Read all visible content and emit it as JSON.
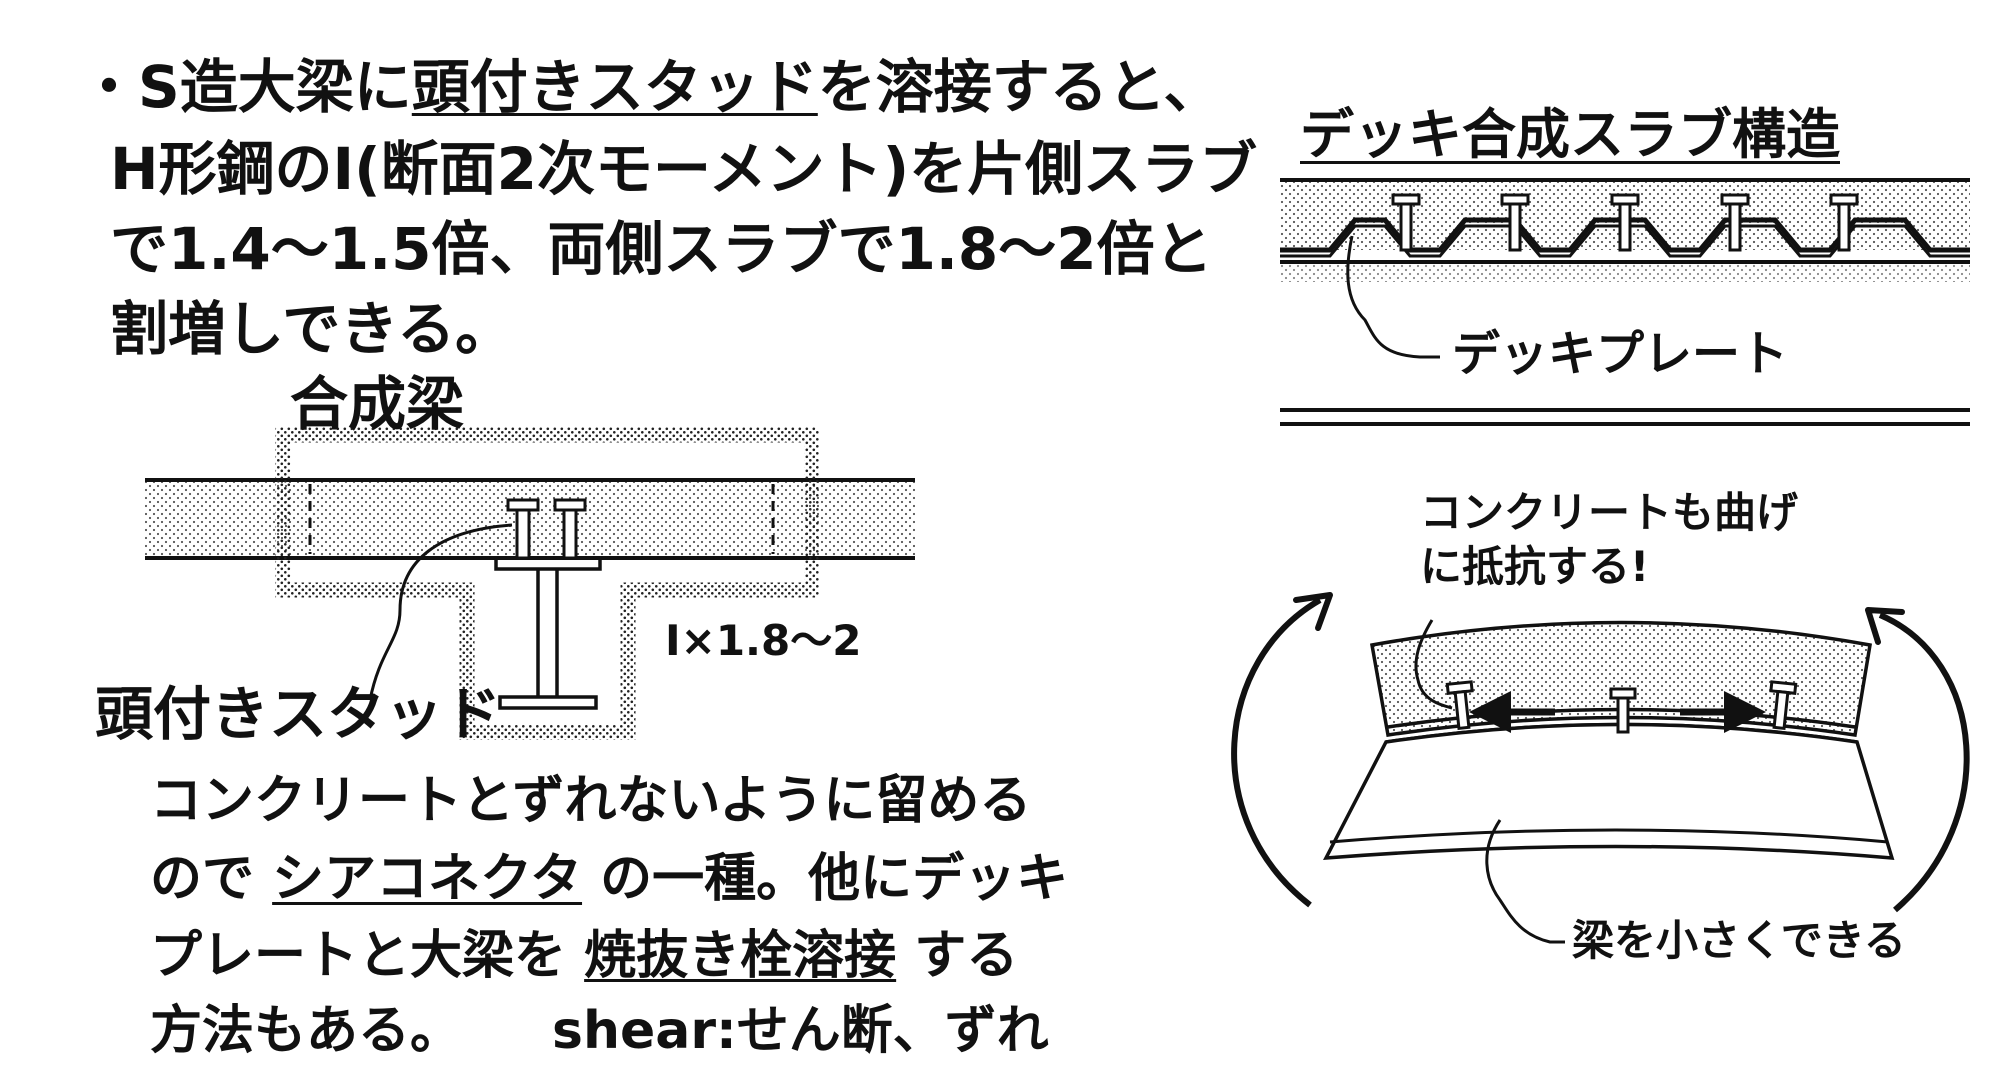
{
  "intro": {
    "l1_a": "・S造大梁に",
    "l1_u": "頭付きスタッド",
    "l1_b": "を溶接すると、",
    "l2": "H形鋼のI(断面2次モーメント)を片側スラブ",
    "l3": "で1.4〜1.5倍、両側スラブで1.8〜2倍と",
    "l4": "割増しできる。"
  },
  "composite_beam": {
    "title": "合成梁",
    "ratio": "I×1.8〜2",
    "stud_label": "頭付きスタッド"
  },
  "explanation": {
    "l1": "コンクリートとずれないように留める",
    "l2_a": "ので",
    "l2_u": "シアコネクタ",
    "l2_b": "の一種。他にデッキ",
    "l3_a": "プレートと大梁を",
    "l3_u": "焼抜き栓溶接",
    "l3_b": "する",
    "l4_a": "方法もある。",
    "l4_b": "shear:せん断、ずれ"
  },
  "deck_slab": {
    "title": "デッキ合成スラブ構造",
    "plate_label": "デッキプレート"
  },
  "bending": {
    "note_l1": "コンクリートも曲げ",
    "note_l2": "に抵抗する!",
    "result": "梁を小さくできる"
  }
}
